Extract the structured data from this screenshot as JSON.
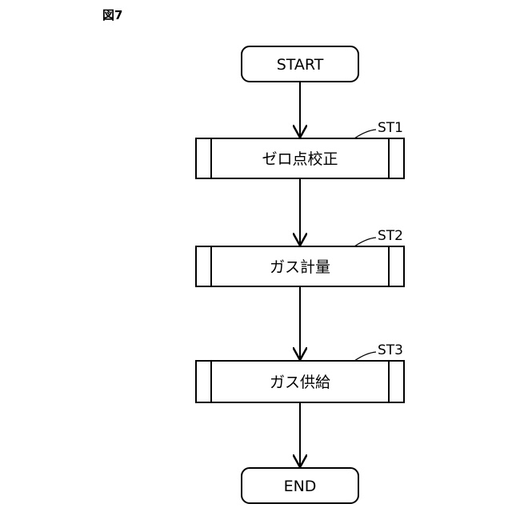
{
  "figure_label": "図7",
  "nodes": {
    "start": {
      "text": "START",
      "shape": "terminal"
    },
    "st1": {
      "text": "ゼロ点校正",
      "tag": "ST1",
      "shape": "predefined-process"
    },
    "st2": {
      "text": "ガス計量",
      "tag": "ST2",
      "shape": "predefined-process"
    },
    "st3": {
      "text": "ガス供給",
      "tag": "ST3",
      "shape": "predefined-process"
    },
    "end": {
      "text": "END",
      "shape": "terminal"
    }
  },
  "edges": [
    {
      "from": "start",
      "to": "st1"
    },
    {
      "from": "st1",
      "to": "st2"
    },
    {
      "from": "st2",
      "to": "st3"
    },
    {
      "from": "st3",
      "to": "end"
    }
  ]
}
